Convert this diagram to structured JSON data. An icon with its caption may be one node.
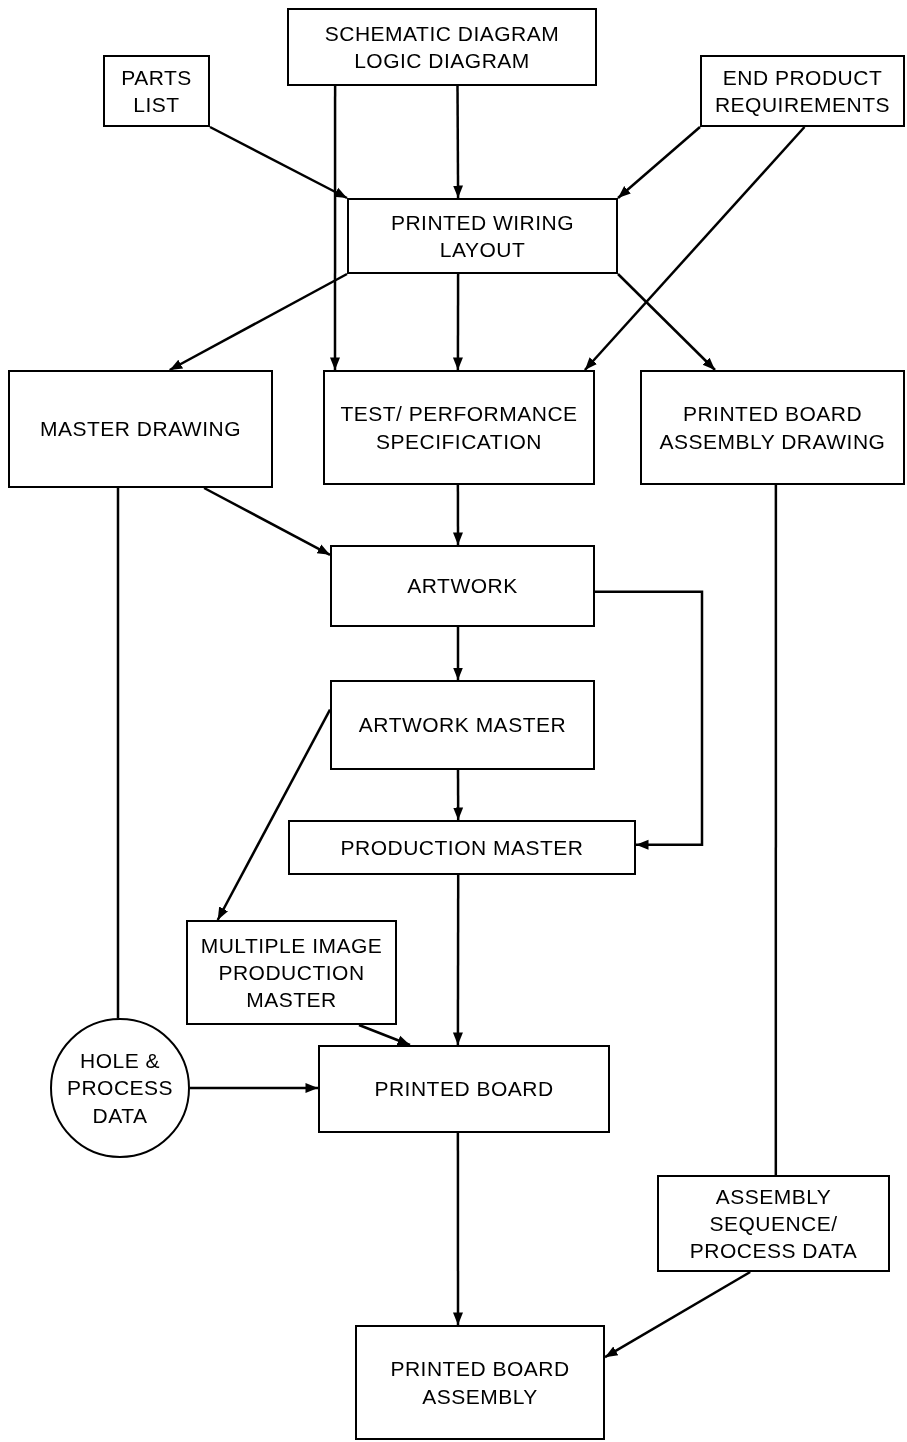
{
  "diagram": {
    "nodes": [
      {
        "text": [
          "PARTS LIST"
        ]
      },
      {
        "text": [
          "SCHEMATIC DIAGRAM LOGIC DIAGRAM"
        ]
      },
      {
        "text": [
          "END PRODUCT REQUIREMENTS"
        ]
      },
      {
        "text": [
          "PRINTED WIRING LAYOUT"
        ]
      },
      {
        "text": [
          "MASTER DRAWING"
        ]
      },
      {
        "text": [
          "TEST/ PERFORMANCE SPECIFICATION"
        ]
      },
      {
        "text": [
          "PRINTED BOARD ASSEMBLY DRAWING"
        ]
      },
      {
        "text": [
          "ARTWORK"
        ]
      },
      {
        "text": [
          "ARTWORK MASTER"
        ]
      },
      {
        "text": [
          "PRODUCTION MASTER"
        ]
      },
      {
        "text": [
          "MULTIPLE IMAGE PRODUCTION MASTER"
        ]
      },
      {
        "text": [
          "HOLE & PROCESS DATA"
        ]
      },
      {
        "text": [
          "PRINTED BOARD"
        ]
      },
      {
        "text": [
          "ASSEMBLY SEQUENCE/ PROCESS DATA"
        ]
      },
      {
        "text": [
          "PRINTED BOARD ASSEMBLY"
        ]
      }
    ],
    "edges": [
      {
        "from": 0,
        "to": 3,
        "arrow": "to"
      },
      {
        "from": 1,
        "to": 3,
        "arrow": "to"
      },
      {
        "from": 1,
        "to": 5,
        "arrow": "to"
      },
      {
        "from": 2,
        "to": 3,
        "arrow": "to"
      },
      {
        "from": 2,
        "to": 5,
        "arrow": "to"
      },
      {
        "from": 3,
        "to": 4,
        "arrow": "to"
      },
      {
        "from": 3,
        "to": 5,
        "arrow": "to"
      },
      {
        "from": 3,
        "to": 6,
        "arrow": "to"
      },
      {
        "from": 4,
        "to": 7,
        "arrow": "to"
      },
      {
        "from": 5,
        "to": 7,
        "arrow": "to"
      },
      {
        "from": 7,
        "to": 8,
        "arrow": "to"
      },
      {
        "from": 7,
        "to": 9,
        "arrow": "to"
      },
      {
        "from": 8,
        "to": 9,
        "arrow": "to"
      },
      {
        "from": 8,
        "to": 10,
        "arrow": "to"
      },
      {
        "from": 9,
        "to": 12,
        "arrow": "to"
      },
      {
        "from": 10,
        "to": 12,
        "arrow": "to"
      },
      {
        "from": 4,
        "to": 11,
        "arrow": "none"
      },
      {
        "from": 11,
        "to": 12,
        "arrow": "to"
      },
      {
        "from": 6,
        "to": 13,
        "arrow": "none"
      },
      {
        "from": 12,
        "to": 14,
        "arrow": "to"
      },
      {
        "from": 13,
        "to": 14,
        "arrow": "to"
      }
    ]
  }
}
